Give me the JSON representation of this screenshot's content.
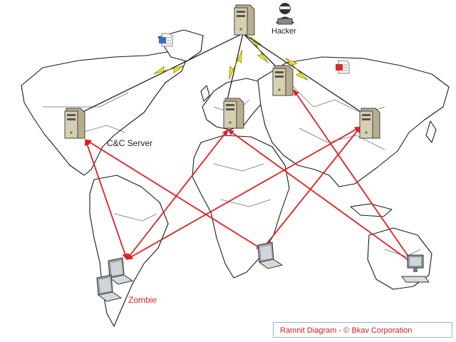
{
  "labels": {
    "hacker": "Hacker",
    "cnc_server": "C&C Server",
    "zombie": "Zombie",
    "caption": "Ramnit Diagram - © Bkav Corporation"
  },
  "colors": {
    "arrow": "#e02020",
    "lightning": "#f2ea1a",
    "map_outline": "#1a1a1a",
    "server": "#d7cfb2"
  },
  "diagram": {
    "nodes": [
      {
        "id": "hacker-server",
        "kind": "server",
        "icon": "server-tower-icon"
      },
      {
        "id": "hacker",
        "kind": "hacker",
        "icon": "hacker-icon",
        "label_key": "hacker"
      },
      {
        "id": "cnc-america",
        "kind": "server",
        "icon": "server-tower-icon",
        "label_key": "cnc_server"
      },
      {
        "id": "cnc-europe",
        "kind": "server",
        "icon": "server-tower-icon"
      },
      {
        "id": "cnc-russia",
        "kind": "server",
        "icon": "server-tower-icon"
      },
      {
        "id": "cnc-asia",
        "kind": "server",
        "icon": "server-tower-icon"
      },
      {
        "id": "zombie-southamerica",
        "kind": "zombie",
        "icon": "laptop-icon",
        "label_key": "zombie"
      },
      {
        "id": "zombie-africa",
        "kind": "zombie",
        "icon": "laptop-icon"
      },
      {
        "id": "zombie-australia",
        "kind": "zombie",
        "icon": "desktop-computer-icon"
      }
    ],
    "document_icons": [
      "word-document-icon",
      "pdf-document-icon"
    ],
    "lightning_links": [
      {
        "from": "hacker-server",
        "to": "cnc-america"
      },
      {
        "from": "hacker-server",
        "to": "cnc-europe"
      },
      {
        "from": "hacker-server",
        "to": "cnc-russia"
      },
      {
        "from": "hacker-server",
        "to": "cnc-asia"
      }
    ],
    "arrows": [
      {
        "from": "cnc-america",
        "to": "zombie-southamerica",
        "bidirectional": true
      },
      {
        "from": "cnc-america",
        "to": "zombie-africa",
        "bidirectional": true
      },
      {
        "from": "cnc-europe",
        "to": "zombie-southamerica",
        "bidirectional": true
      },
      {
        "from": "cnc-europe",
        "to": "zombie-australia",
        "bidirectional": true
      },
      {
        "from": "cnc-asia",
        "to": "zombie-southamerica",
        "bidirectional": true
      },
      {
        "from": "cnc-asia",
        "to": "zombie-africa",
        "bidirectional": true
      },
      {
        "from": "cnc-russia",
        "to": "zombie-australia",
        "bidirectional": true
      }
    ]
  }
}
